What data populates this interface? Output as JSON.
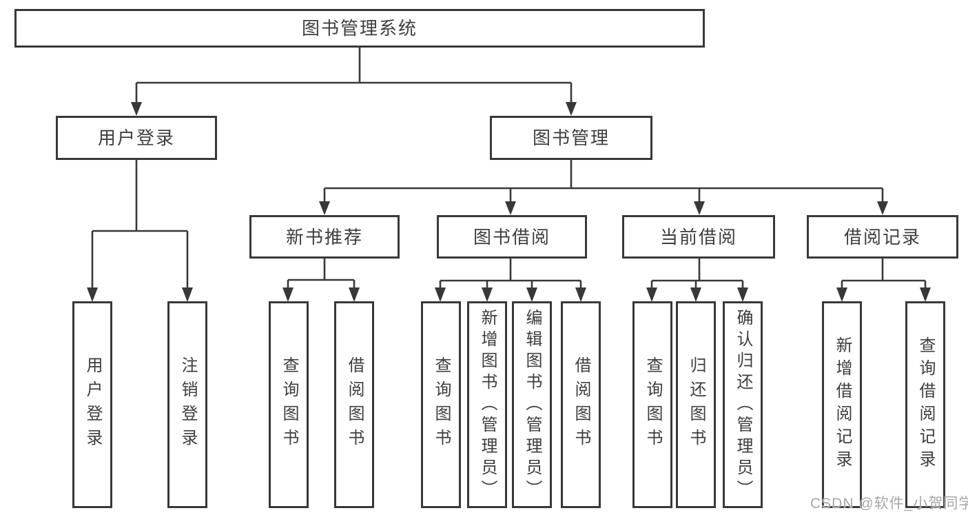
{
  "diagram": {
    "type": "hierarchy-tree",
    "tree": {
      "label": "图书管理系统",
      "children": [
        {
          "label": "用户登录",
          "children": [
            {
              "label": "用户登录"
            },
            {
              "label": "注销登录"
            }
          ]
        },
        {
          "label": "图书管理",
          "children": [
            {
              "label": "新书推荐",
              "children": [
                {
                  "label": "查询图书"
                },
                {
                  "label": "借阅图书"
                }
              ]
            },
            {
              "label": "图书借阅",
              "children": [
                {
                  "label": "查询图书"
                },
                {
                  "label": "新增图书（管理员）"
                },
                {
                  "label": "编辑图书（管理员）"
                },
                {
                  "label": "借阅图书"
                }
              ]
            },
            {
              "label": "当前借阅",
              "children": [
                {
                  "label": "查询图书"
                },
                {
                  "label": "归还图书"
                },
                {
                  "label": "确认归还（管理员）"
                }
              ]
            },
            {
              "label": "借阅记录",
              "children": [
                {
                  "label": "新增借阅记录"
                },
                {
                  "label": "查询借阅记录"
                }
              ]
            }
          ]
        }
      ]
    }
  },
  "watermark": {
    "text": "CSDN @软件_小贺同学"
  },
  "colors": {
    "line": "#383838",
    "text": "#3d3d3d",
    "box_background": "#ffffff",
    "page_background": "#ffffff",
    "watermark": "#a6a6a6"
  }
}
